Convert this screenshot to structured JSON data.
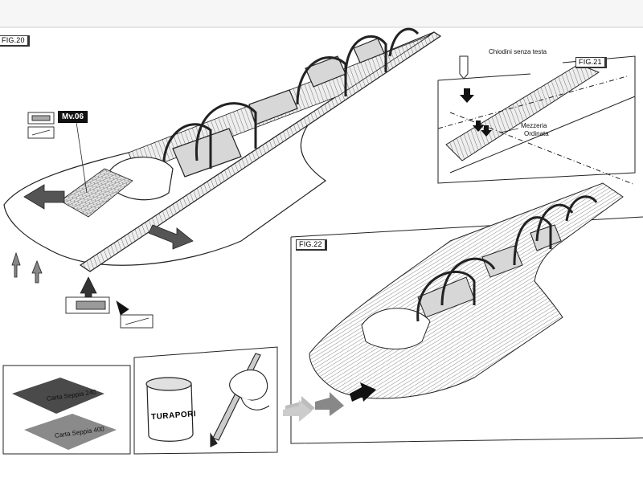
{
  "figures": {
    "fig20": {
      "tag": "FIG.20",
      "mv_label": "Mv.06"
    },
    "fig21": {
      "tag": "FIG.21",
      "note_nails": "Chiodini senza testa",
      "note_center_1": "Mezzeria",
      "note_center_2": "Ordinata"
    },
    "fig22": {
      "tag": "FIG.22"
    }
  },
  "materials": {
    "paper_1": "Carta Seppia 240",
    "paper_2": "Carta Seppia 400",
    "can_label": "TURAPORI"
  },
  "colors": {
    "line": "#222222",
    "arrow_fill": "#555555",
    "arrow_light": "#9a9a9a",
    "seat_fill": "#d7d7d7",
    "paper_dark": "#4a4a4a",
    "paper_light": "#8a8a8a"
  }
}
